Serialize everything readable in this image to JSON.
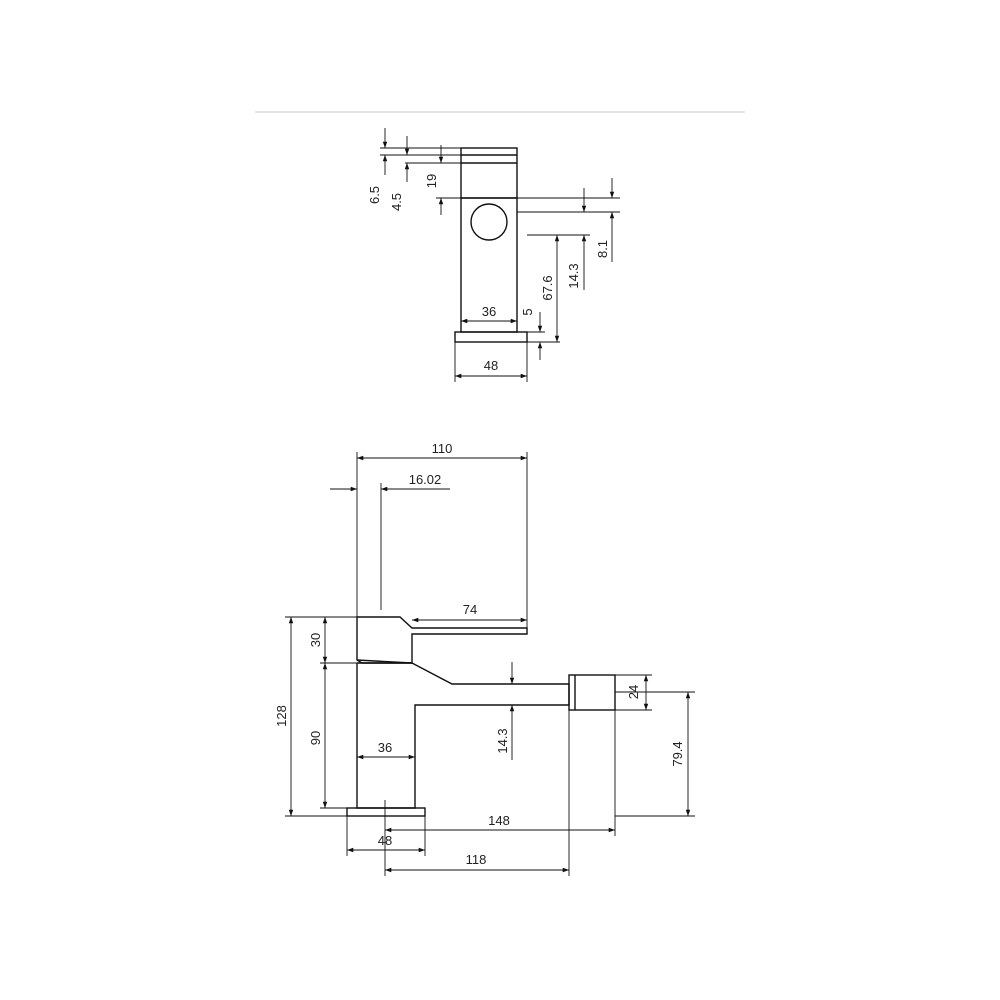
{
  "top_view": {
    "dims": {
      "d6_5": "6.5",
      "d4_5": "4.5",
      "d19": "19",
      "d8_1": "8.1",
      "d14_3": "14.3",
      "d67_6": "67.6",
      "d5": "5",
      "d36": "36",
      "d48": "48"
    }
  },
  "side_view": {
    "dims": {
      "d110": "110",
      "d16_02": "16.02",
      "d74": "74",
      "d30": "30",
      "d128": "128",
      "d90": "90",
      "d36": "36",
      "d14_3": "14.3",
      "d24": "24",
      "d79_4": "79.4",
      "d148": "148",
      "d48": "48",
      "d118": "118"
    }
  }
}
